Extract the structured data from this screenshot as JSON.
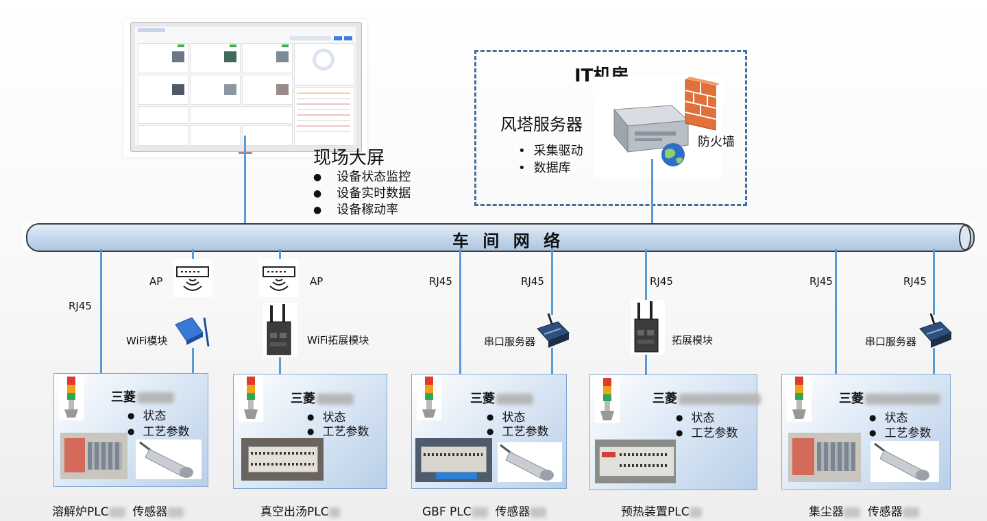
{
  "screen": {
    "title": "现场大屏",
    "bullets": [
      "设备状态监控",
      "设备实时数据",
      "设备稼动率"
    ]
  },
  "it_room": {
    "title": "IT机房",
    "server_title": "风塔服务器",
    "server_bullets": [
      "采集驱动",
      "数据库"
    ],
    "firewall_label": "防火墙"
  },
  "network": {
    "label": "车 间 网 络"
  },
  "links": {
    "rj45": "RJ45",
    "ap": "AP",
    "wifi_module": "WiFi模块",
    "wifi_ext_module": "WiFi拓展模块",
    "serial_server": "串口服务器",
    "ext_module": "拓展模块"
  },
  "stations": [
    {
      "title": "三菱",
      "items": [
        "状态",
        "工艺参数"
      ],
      "caption": "溶解炉PLC",
      "caption2": "传感器"
    },
    {
      "title": "三菱",
      "items": [
        "状态",
        "工艺参数"
      ],
      "caption": "真空出汤PLC",
      "caption2": ""
    },
    {
      "title": "三菱",
      "items": [
        "状态",
        "工艺参数"
      ],
      "caption": "GBF PLC",
      "caption2": "传感器"
    },
    {
      "title": "三菱",
      "items": [
        "状态",
        "工艺参数"
      ],
      "caption": "预热装置PLC",
      "caption2": ""
    },
    {
      "title": "三菱",
      "items": [
        "状态",
        "工艺参数"
      ],
      "caption": "集尘器",
      "caption2": "传感器"
    }
  ],
  "colors": {
    "link_line": "#5b9bd5",
    "pipe": "#c5d7ec",
    "dashed_border": "#3f6f9f"
  }
}
